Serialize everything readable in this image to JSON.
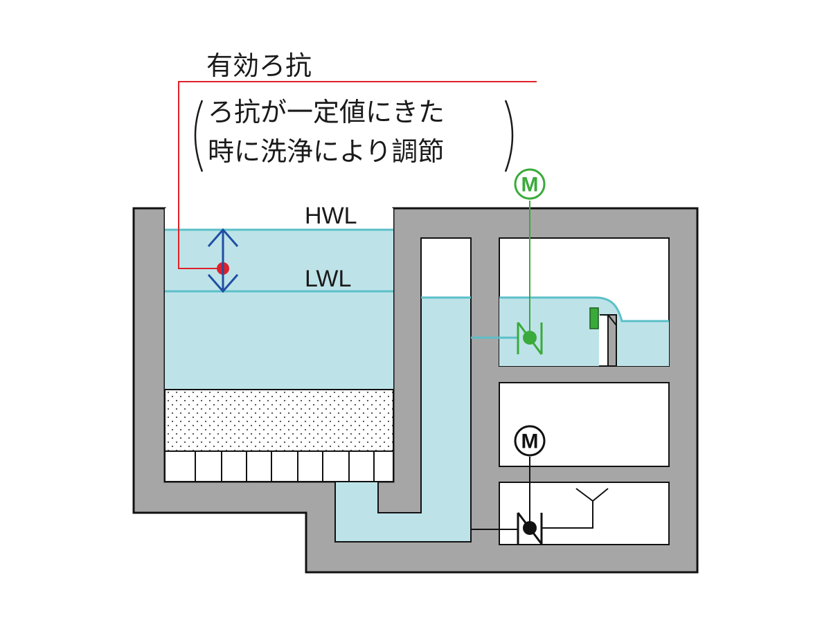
{
  "labels": {
    "effective_head": "有効ろ抗",
    "note_line1": "ろ抗が一定値にきた",
    "note_line2": "時に洗浄により調節",
    "hwl": "HWL",
    "lwl": "LWL",
    "motor_top": "M",
    "motor_bottom": "M"
  },
  "colors": {
    "wall": "#a6a6a6",
    "water": "#bde3e8",
    "water_line": "#5bbfc8",
    "red_indicator": "#e0202a",
    "arrow_blue": "#1f4ea3",
    "green_valve": "#3aaa3a",
    "black_valve": "#111111"
  },
  "icons": {
    "level_arrow": "double-headed-arrow-icon",
    "valve_green": "motorized-valve-icon",
    "valve_black": "motorized-valve-icon",
    "overflow_gate": "gate-icon",
    "drain_outlet": "y-outlet-icon"
  }
}
